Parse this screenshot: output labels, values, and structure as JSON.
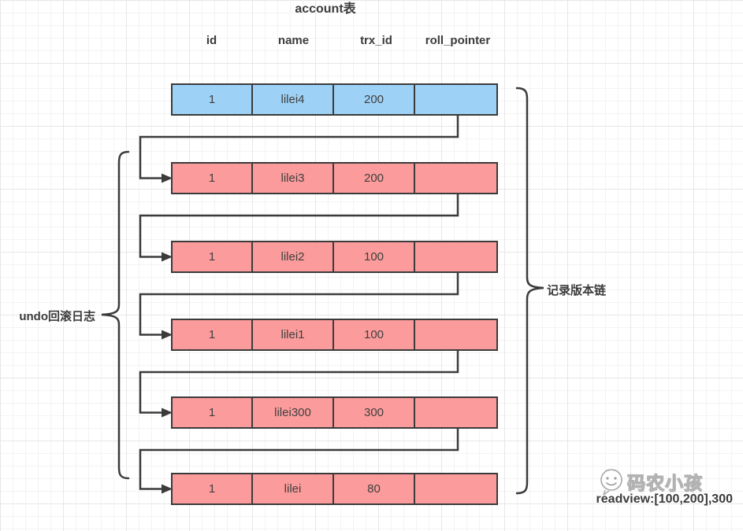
{
  "title": "account表",
  "columns": [
    "id",
    "name",
    "trx_id",
    "roll_pointer"
  ],
  "table_rows": [
    {
      "id": "1",
      "name": "lilei4",
      "trx_id": "200",
      "roll_pointer": "",
      "type": "current"
    },
    {
      "id": "1",
      "name": "lilei3",
      "trx_id": "200",
      "roll_pointer": "",
      "type": "undo"
    },
    {
      "id": "1",
      "name": "lilei2",
      "trx_id": "100",
      "roll_pointer": "",
      "type": "undo"
    },
    {
      "id": "1",
      "name": "lilei1",
      "trx_id": "100",
      "roll_pointer": "",
      "type": "undo"
    },
    {
      "id": "1",
      "name": "lilei300",
      "trx_id": "300",
      "roll_pointer": "",
      "type": "undo"
    },
    {
      "id": "1",
      "name": "lilei",
      "trx_id": "80",
      "roll_pointer": "",
      "type": "undo"
    }
  ],
  "labels": {
    "undo_log": "undo回滚日志",
    "version_chain": "记录版本链"
  },
  "readview_text": "readview:[100,200],300",
  "watermark": {
    "text": "码农小孩",
    "icon": "smiley-chat-icon"
  },
  "colors": {
    "current_row_fill": "#9ed1f6",
    "undo_row_fill": "#fb9b9b",
    "stroke": "#3b3b3b"
  }
}
